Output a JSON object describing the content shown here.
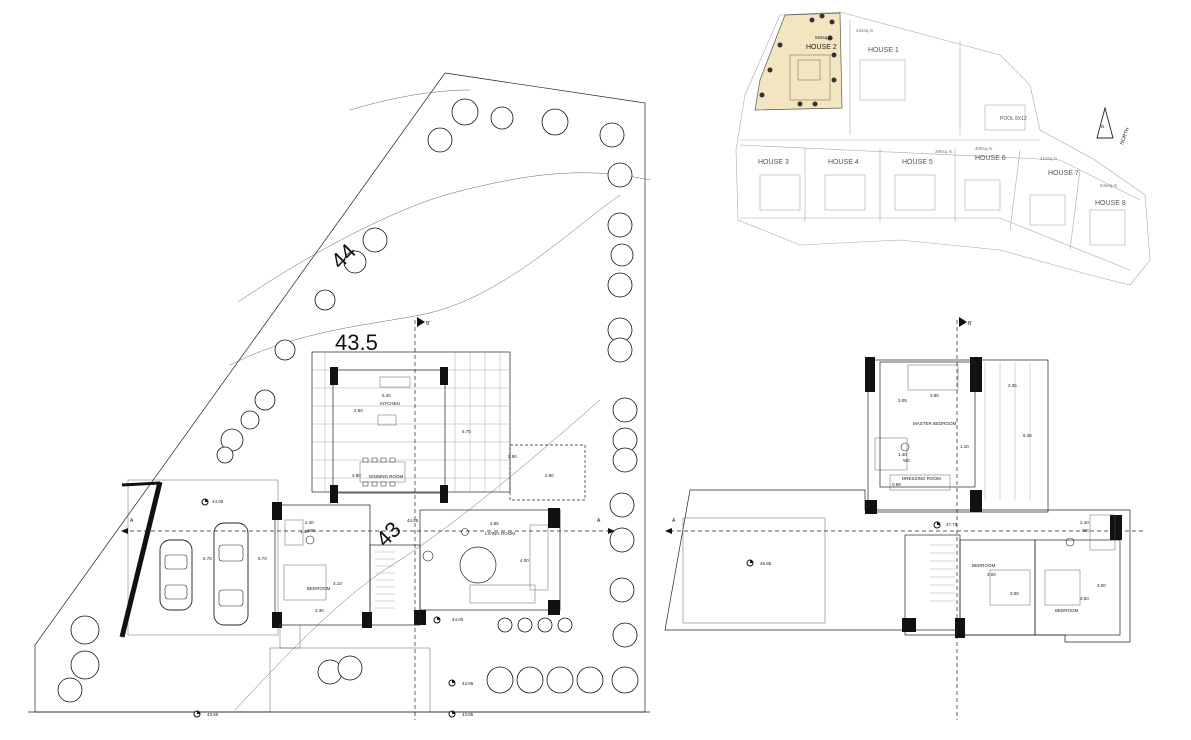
{
  "contours": [
    "44",
    "43.5",
    "43"
  ],
  "section_markers": {
    "b": "B'",
    "a": "A"
  },
  "ground_floor": {
    "rooms": {
      "kitchen": "KITCHEN",
      "dining": "DINNING ROOM",
      "living": "LIVING ROOM",
      "bedroom": "BEDROOM",
      "wc": "WC"
    },
    "dims": {
      "kitchen_w": "6.40",
      "kitchen_h": "2.80",
      "dining_h": "2.90",
      "terrace_h": "6.75",
      "terrace_w": "5.90",
      "terrace_w2": "2.80",
      "living_w": "4.85",
      "living_h": "4.00",
      "bed_h": "3.10",
      "bed_w": "3.30",
      "wc_w": "2.30",
      "wc_d": "1.40",
      "park_w": "5.70",
      "park_w2": "6.70"
    },
    "levels": {
      "parking": "44.00",
      "house": "44.85",
      "entry": "44.00",
      "path1": "43.85",
      "path2": "43.85",
      "south": "43.60"
    }
  },
  "first_floor": {
    "rooms": {
      "master": "MASTER BEDROOM",
      "dressing": "DRESSING ROOM",
      "bed1": "BEDROOM",
      "bed2": "BEDROOM",
      "wc1": "WC",
      "wc2": "WC"
    },
    "dims": {
      "master_w": "3.80",
      "master_h": "3.05",
      "corr_w": "2.35",
      "corr_h": "6.35",
      "wc_w": "1.40",
      "wc_h": "1.10",
      "dress": "0.89",
      "wc2_w": "2.40",
      "bed1_w": "3.00",
      "bed1_h": "3.00",
      "bed2_w": "3.50",
      "bed2_h": "3.00"
    },
    "levels": {
      "upper": "47.75",
      "roof": "46.85"
    }
  },
  "site_plan": {
    "houses": [
      "HOUSE 1",
      "HOUSE 2",
      "HOUSE 3",
      "HOUSE 4",
      "HOUSE 5",
      "HOUSE 6",
      "HOUSE 7",
      "HOUSE 8"
    ],
    "pool": "POOL 8X12",
    "north": "NORTH",
    "areas": [
      "583sq.m.",
      "434sq.m.",
      "396sq.m.",
      "405sq.m.",
      "413sq.m.",
      "545sq.m."
    ]
  },
  "colors": {
    "highlight": "#f3e5c0",
    "line": "#222222",
    "light": "#aaaaaa"
  }
}
